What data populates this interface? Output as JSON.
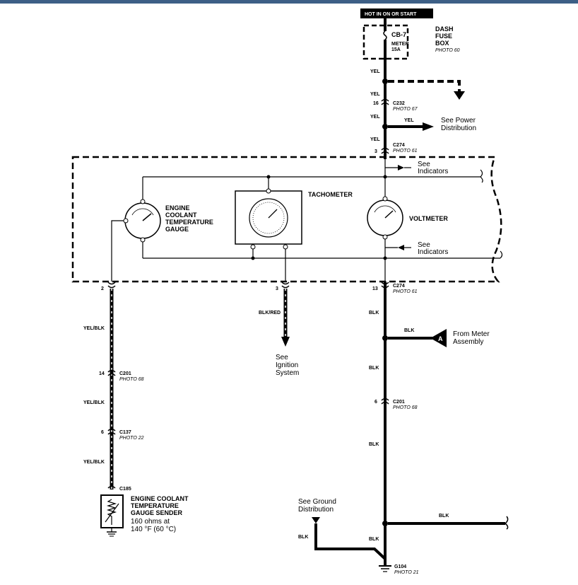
{
  "header": {
    "power_label": "HOT IN ON OR START"
  },
  "fuse_box": {
    "fuse_id": "CB-7",
    "fuse_meter": "METER",
    "fuse_amp": "15A",
    "name_line1": "DASH",
    "name_line2": "FUSE",
    "name_line3": "BOX",
    "photo": "PHOTO 60"
  },
  "connectors": {
    "c232": {
      "name": "C232",
      "photo": "PHOTO 67",
      "pin": "16"
    },
    "c274_top": {
      "name": "C274",
      "photo": "PHOTO 61",
      "pin": "3"
    },
    "c274_bottom": {
      "name": "C274",
      "photo": "PHOTO 61",
      "pin_left": "2",
      "pin_mid": "3",
      "pin_right": "13"
    },
    "c201_left": {
      "name": "C201",
      "photo": "PHOTO 68",
      "pin": "14"
    },
    "c201_right": {
      "name": "C201",
      "photo": "PHOTO 68",
      "pin": "6"
    },
    "c137": {
      "name": "C137",
      "photo": "PHOTO 22",
      "pin": "6"
    },
    "c185": {
      "name": "C185"
    },
    "g104": {
      "name": "G104",
      "photo": "PHOTO 21"
    }
  },
  "wires": {
    "yel_1": "YEL",
    "yel_2": "YEL",
    "yel_3": "YEL",
    "yel_4": "YEL",
    "yel_branch": "YEL",
    "yel_blk_1": "YEL/BLK",
    "yel_blk_2": "YEL/BLK",
    "yel_blk_3": "YEL/BLK",
    "blk_red": "BLK/RED",
    "blk_1": "BLK",
    "blk_2": "BLK",
    "blk_3": "BLK",
    "blk_4": "BLK",
    "blk_from_meter": "BLK",
    "blk_right": "BLK",
    "blk_ground_left": "BLK"
  },
  "references": {
    "power_dist_line1": "See Power",
    "power_dist_line2": "Distribution",
    "indicators_top_line1": "See",
    "indicators_top_line2": "Indicators",
    "indicators_bottom_line1": "See",
    "indicators_bottom_line2": "Indicators",
    "ignition_line1": "See",
    "ignition_line2": "Ignition",
    "ignition_line3": "System",
    "from_meter_line1": "From Meter",
    "from_meter_line2": "Assembly",
    "from_meter_marker": "A",
    "ground_dist_line1": "See Ground",
    "ground_dist_line2": "Distribution"
  },
  "gauges": {
    "coolant_line1": "ENGINE",
    "coolant_line2": "COOLANT",
    "coolant_line3": "TEMPERATURE",
    "coolant_line4": "GAUGE",
    "tachometer": "TACHOMETER",
    "voltmeter": "VOLTMETER"
  },
  "sender": {
    "line1": "ENGINE COOLANT",
    "line2": "TEMPERATURE",
    "line3": "GAUGE SENDER",
    "spec1": "160 ohms at",
    "spec2": "140 °F (60 °C)"
  },
  "colors": {
    "top_bar": "#3d5f86",
    "ink": "#000000",
    "background": "#ffffff"
  }
}
